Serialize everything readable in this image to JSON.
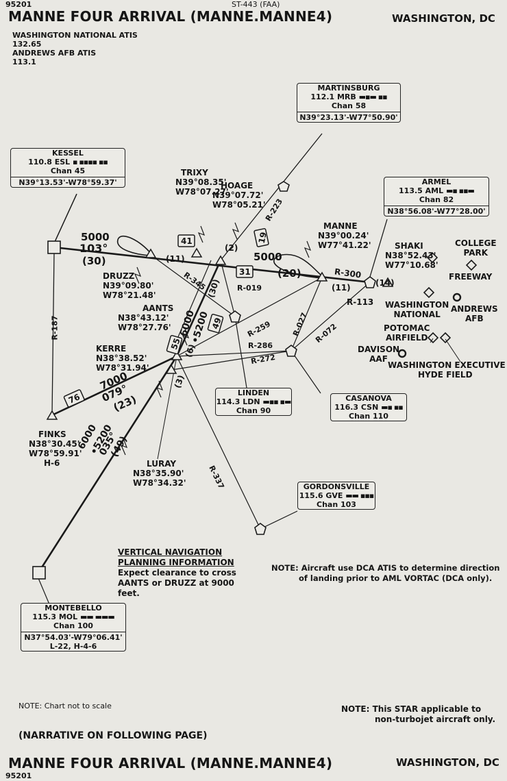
{
  "header": {
    "code_top": "95201",
    "agency": "ST-443 (FAA)",
    "title": "MANNE FOUR ARRIVAL (MANNE.MANNE4)",
    "city": "WASHINGTON, DC"
  },
  "atis": {
    "line1": "WASHINGTON NATIONAL ATIS",
    "line2": "132.65",
    "line3": "ANDREWS AFB ATIS",
    "line4": "113.1"
  },
  "navaids": {
    "martinsburg": {
      "name": "MARTINSBURG",
      "freq": "112.1 MRB",
      "chan": "Chan 58",
      "coords": "N39°23.13'-W77°50.90'"
    },
    "kessel": {
      "name": "KESSEL",
      "freq": "110.8 ESL",
      "chan": "Chan 45",
      "coords": "N39°13.53'-W78°59.37'"
    },
    "armel": {
      "name": "ARMEL",
      "freq": "113.5 AML",
      "chan": "Chan 82",
      "coords": "N38°56.08'-W77°28.00'"
    },
    "linden": {
      "name": "LINDEN",
      "freq": "114.3 LDN",
      "chan": "Chan 90"
    },
    "casanova": {
      "name": "CASANOVA",
      "freq": "116.3 CSN",
      "chan": "Chan 110"
    },
    "gordonsville": {
      "name": "GORDONSVILLE",
      "freq": "115.6 GVE",
      "chan": "Chan 103"
    },
    "montebello": {
      "name": "MONTEBELLO",
      "freq": "115.3 MOL",
      "chan": "Chan 100",
      "coords": "N37°54.03'-W79°06.41'",
      "extra": "L-22, H-4-6"
    }
  },
  "fixes": {
    "trixy": {
      "name": "TRIXY",
      "lat": "N39°08.35'",
      "lon": "W78°07.27'"
    },
    "hoage": {
      "name": "HOAGE",
      "lat": "N39°07.72'",
      "lon": "W78°05.21'"
    },
    "manne": {
      "name": "MANNE",
      "lat": "N39°00.24'",
      "lon": "W77°41.22'"
    },
    "shaki": {
      "name": "SHAKI",
      "lat": "N38°52.43'",
      "lon": "W77°10.68'"
    },
    "druzz": {
      "name": "DRUZZ",
      "lat": "N39°09.80'",
      "lon": "W78°21.48'"
    },
    "aants": {
      "name": "AANTS",
      "lat": "N38°43.12'",
      "lon": "W78°27.76'"
    },
    "kerre": {
      "name": "KERRE",
      "lat": "N38°38.52'",
      "lon": "W78°31.94'"
    },
    "finks": {
      "name": "FINKS",
      "lat": "N38°30.45'",
      "lon": "W78°59.91'",
      "extra": "H-6"
    },
    "luray": {
      "name": "LURAY",
      "lat": "N38°35.90'",
      "lon": "W78°34.32'"
    }
  },
  "airports": {
    "college_park_1": "COLLEGE",
    "college_park_2": "PARK",
    "freeway": "FREEWAY",
    "andrews_1": "ANDREWS",
    "andrews_2": "AFB",
    "wash_nat_1": "WASHINGTON",
    "wash_nat_2": "NATIONAL",
    "potomac_1": "POTOMAC",
    "potomac_2": "AIRFIELD",
    "davison_1": "DAVISON",
    "davison_2": "AAF",
    "wash_exec_1": "WASHINGTON EXECUTIVE",
    "wash_exec_2": "HYDE FIELD"
  },
  "route_labels": {
    "alt_5000_a": "5000",
    "crs_103": "103°",
    "dist_30_a": "(30)",
    "seg_41": "41",
    "dist_11_a": "(11)",
    "dist_2": "(2)",
    "seg_19": "19",
    "alt_5000_b": "5000",
    "seg_31": "31",
    "dist_20": "(20)",
    "r300": "R-300",
    "dist_11_b": "(11)",
    "dist_14": "(14)",
    "r113": "R-113",
    "r223": "R-223",
    "r345": "R-345",
    "dist_30_b": "(30)",
    "r019": "R-019",
    "seg_49": "49",
    "alt_6000_a": "6000",
    "alt_5200_a": "•5200",
    "seg_55": "55",
    "dist_6": "(6)",
    "r259": "R-259",
    "r286": "R-286",
    "r272": "R-272",
    "r027": "R-027",
    "r072": "R-072",
    "r187": "R-187",
    "dist_3": "(3)",
    "alt_7000": "7000",
    "crs_079": "079°",
    "dist_23": "(23)",
    "seg_76": "76",
    "alt_6000_b": "6000",
    "alt_5200_b": "•5200",
    "crs_035": "035°",
    "dist_49": "(49)",
    "r337": "R-337"
  },
  "notes": {
    "vnav_1": "VERTICAL NAVIGATION",
    "vnav_2": "PLANNING INFORMATION",
    "vnav_3": "Expect clearance to cross",
    "vnav_4": "AANTS or DRUZZ at 9000",
    "vnav_5": "feet.",
    "atis_note_1": "NOTE: Aircraft use DCA ATIS to determine direction",
    "atis_note_2": "of landing prior to AML VORTAC (DCA only).",
    "scale_note": "NOTE: Chart not to scale",
    "star_note_1": "NOTE: This STAR applicable to",
    "star_note_2": "non-turbojet aircraft only.",
    "narrative": "(NARRATIVE ON FOLLOWING PAGE)"
  },
  "footer": {
    "title": "MANNE FOUR ARRIVAL (MANNE.MANNE4)",
    "city": "WASHINGTON, DC",
    "code": "95201"
  }
}
